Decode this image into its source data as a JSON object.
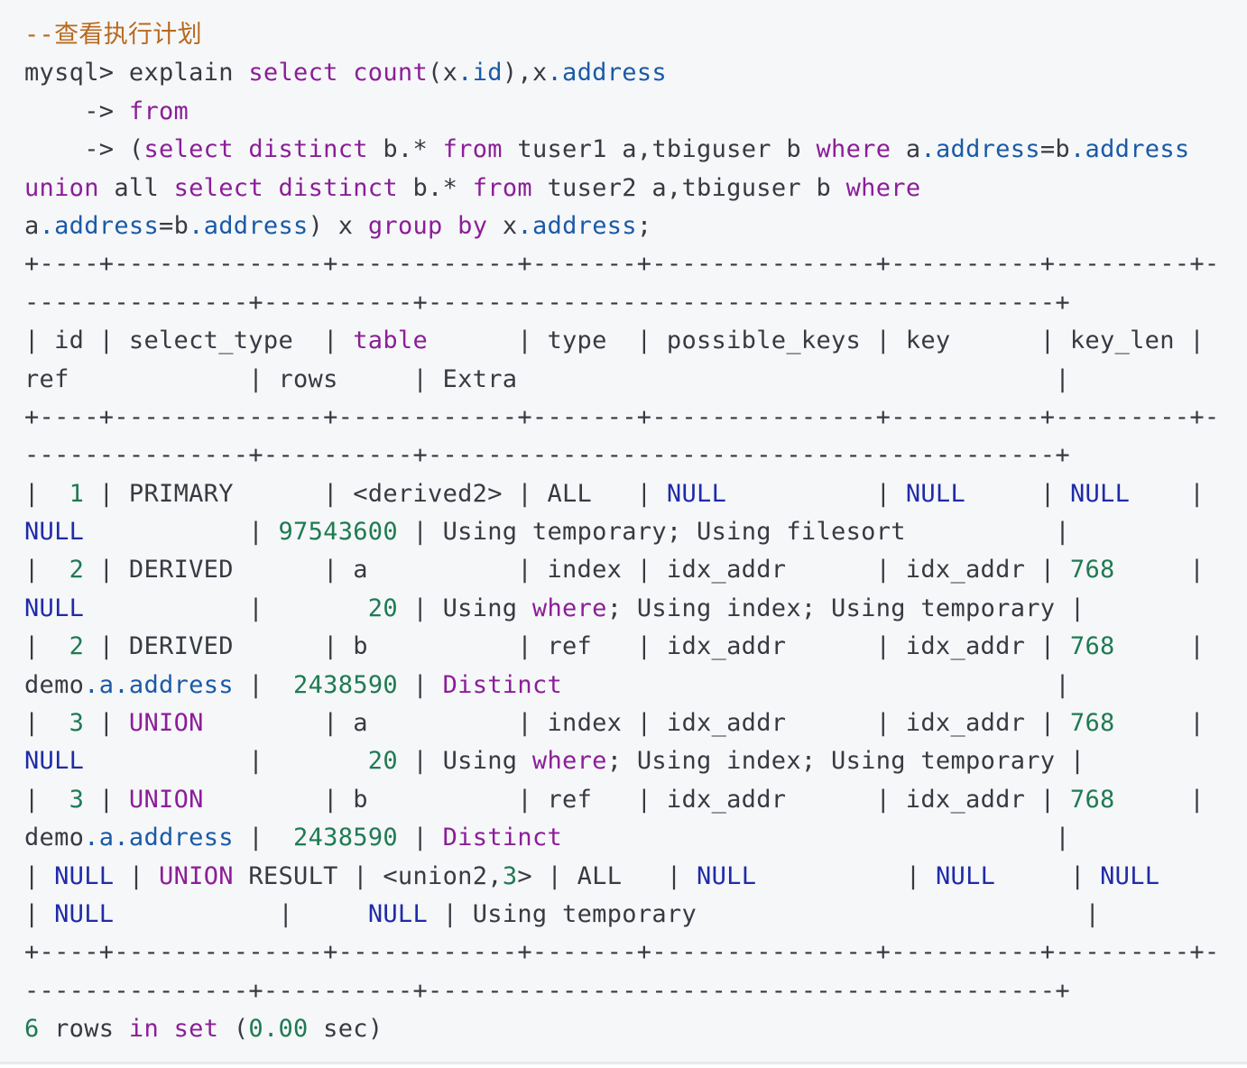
{
  "code": {
    "lines": [
      [
        {
          "t": "--查看执行计划",
          "c": "comment"
        }
      ],
      [
        {
          "t": "mysql> explain "
        },
        {
          "t": "select",
          "c": "kw"
        },
        {
          "t": " "
        },
        {
          "t": "count",
          "c": "kw"
        },
        {
          "t": "(x"
        },
        {
          "t": ".id",
          "c": "prop"
        },
        {
          "t": "),x"
        },
        {
          "t": ".address",
          "c": "prop"
        }
      ],
      [
        {
          "t": "    -> "
        },
        {
          "t": "from",
          "c": "kw"
        }
      ],
      [
        {
          "t": "    -> ("
        },
        {
          "t": "select",
          "c": "kw"
        },
        {
          "t": " "
        },
        {
          "t": "distinct",
          "c": "kw"
        },
        {
          "t": " b.* "
        },
        {
          "t": "from",
          "c": "kw"
        },
        {
          "t": " tuser1 a,tbiguser b "
        },
        {
          "t": "where",
          "c": "kw"
        },
        {
          "t": " a"
        },
        {
          "t": ".address",
          "c": "prop"
        },
        {
          "t": "=b"
        },
        {
          "t": ".address",
          "c": "prop"
        }
      ],
      [
        {
          "t": "union",
          "c": "kw"
        },
        {
          "t": " all "
        },
        {
          "t": "select",
          "c": "kw"
        },
        {
          "t": " "
        },
        {
          "t": "distinct",
          "c": "kw"
        },
        {
          "t": " b.* "
        },
        {
          "t": "from",
          "c": "kw"
        },
        {
          "t": " tuser2 a,tbiguser b "
        },
        {
          "t": "where",
          "c": "kw"
        }
      ],
      [
        {
          "t": "a"
        },
        {
          "t": ".address",
          "c": "prop"
        },
        {
          "t": "=b"
        },
        {
          "t": ".address",
          "c": "prop"
        },
        {
          "t": ") x "
        },
        {
          "t": "group",
          "c": "kw"
        },
        {
          "t": " "
        },
        {
          "t": "by",
          "c": "kw"
        },
        {
          "t": " x"
        },
        {
          "t": ".address",
          "c": "prop"
        },
        {
          "t": ";"
        }
      ],
      [
        {
          "t": "+----+--------------+------------+-------+---------------+----------+---------+-"
        }
      ],
      [
        {
          "t": "---------------+----------+------------------------------------------+"
        }
      ],
      [
        {
          "t": "| id | select_type  | "
        },
        {
          "t": "table",
          "c": "kw"
        },
        {
          "t": "      | type  | possible_keys | key      | key_len |"
        }
      ],
      [
        {
          "t": "ref            | rows     | Extra                                    |"
        }
      ],
      [
        {
          "t": "+----+--------------+------------+-------+---------------+----------+---------+-"
        }
      ],
      [
        {
          "t": "---------------+----------+------------------------------------------+"
        }
      ],
      [
        {
          "t": "|  "
        },
        {
          "t": "1",
          "c": "num"
        },
        {
          "t": " | PRIMARY      | <derived2> | ALL   | "
        },
        {
          "t": "NULL",
          "c": "null"
        },
        {
          "t": "          | "
        },
        {
          "t": "NULL",
          "c": "null"
        },
        {
          "t": "     | "
        },
        {
          "t": "NULL",
          "c": "null"
        },
        {
          "t": "    |"
        }
      ],
      [
        {
          "t": "NULL",
          "c": "null"
        },
        {
          "t": "           | "
        },
        {
          "t": "97543600",
          "c": "num"
        },
        {
          "t": " | Using temporary; Using filesort          |"
        }
      ],
      [
        {
          "t": "|  "
        },
        {
          "t": "2",
          "c": "num"
        },
        {
          "t": " | DERIVED      | a          | index | idx_addr      | idx_addr | "
        },
        {
          "t": "768",
          "c": "num"
        },
        {
          "t": "     |"
        }
      ],
      [
        {
          "t": "NULL",
          "c": "null"
        },
        {
          "t": "           |       "
        },
        {
          "t": "20",
          "c": "num"
        },
        {
          "t": " | Using "
        },
        {
          "t": "where",
          "c": "kw"
        },
        {
          "t": "; Using index; Using temporary |"
        }
      ],
      [
        {
          "t": "|  "
        },
        {
          "t": "2",
          "c": "num"
        },
        {
          "t": " | DERIVED      | b          | ref   | idx_addr      | idx_addr | "
        },
        {
          "t": "768",
          "c": "num"
        },
        {
          "t": "     |"
        }
      ],
      [
        {
          "t": "demo"
        },
        {
          "t": ".a",
          "c": "prop"
        },
        {
          "t": ".address",
          "c": "prop"
        },
        {
          "t": " |  "
        },
        {
          "t": "2438590",
          "c": "num"
        },
        {
          "t": " | "
        },
        {
          "t": "Distinct",
          "c": "kw"
        },
        {
          "t": "                                 |"
        }
      ],
      [
        {
          "t": "|  "
        },
        {
          "t": "3",
          "c": "num"
        },
        {
          "t": " | "
        },
        {
          "t": "UNION",
          "c": "kw"
        },
        {
          "t": "        | a          | index | idx_addr      | idx_addr | "
        },
        {
          "t": "768",
          "c": "num"
        },
        {
          "t": "     |"
        }
      ],
      [
        {
          "t": "NULL",
          "c": "null"
        },
        {
          "t": "           |       "
        },
        {
          "t": "20",
          "c": "num"
        },
        {
          "t": " | Using "
        },
        {
          "t": "where",
          "c": "kw"
        },
        {
          "t": "; Using index; Using temporary |"
        }
      ],
      [
        {
          "t": "|  "
        },
        {
          "t": "3",
          "c": "num"
        },
        {
          "t": " | "
        },
        {
          "t": "UNION",
          "c": "kw"
        },
        {
          "t": "        | b          | ref   | idx_addr      | idx_addr | "
        },
        {
          "t": "768",
          "c": "num"
        },
        {
          "t": "     |"
        }
      ],
      [
        {
          "t": "demo"
        },
        {
          "t": ".a",
          "c": "prop"
        },
        {
          "t": ".address",
          "c": "prop"
        },
        {
          "t": " |  "
        },
        {
          "t": "2438590",
          "c": "num"
        },
        {
          "t": " | "
        },
        {
          "t": "Distinct",
          "c": "kw"
        },
        {
          "t": "                                 |"
        }
      ],
      [
        {
          "t": "| "
        },
        {
          "t": "NULL",
          "c": "null"
        },
        {
          "t": " | "
        },
        {
          "t": "UNION",
          "c": "kw"
        },
        {
          "t": " RESULT | <union2,"
        },
        {
          "t": "3",
          "c": "num"
        },
        {
          "t": "> | ALL   | "
        },
        {
          "t": "NULL",
          "c": "null"
        },
        {
          "t": "          | "
        },
        {
          "t": "NULL",
          "c": "null"
        },
        {
          "t": "     | "
        },
        {
          "t": "NULL",
          "c": "null"
        }
      ],
      [
        {
          "t": "| "
        },
        {
          "t": "NULL",
          "c": "null"
        },
        {
          "t": "           |     "
        },
        {
          "t": "NULL",
          "c": "null"
        },
        {
          "t": " | Using temporary                          |"
        }
      ],
      [
        {
          "t": "+----+--------------+------------+-------+---------------+----------+---------+-"
        }
      ],
      [
        {
          "t": "---------------+----------+------------------------------------------+"
        }
      ],
      [
        {
          "t": "6",
          "c": "num"
        },
        {
          "t": " rows "
        },
        {
          "t": "in",
          "c": "kw"
        },
        {
          "t": " "
        },
        {
          "t": "set",
          "c": "kw"
        },
        {
          "t": " ("
        },
        {
          "t": "0.00",
          "c": "num"
        },
        {
          "t": " sec)"
        }
      ]
    ]
  },
  "colors": {
    "background": "#f6f7f9",
    "comment": "#b86a1e",
    "keyword": "#8b1e98",
    "property": "#1a5aa6",
    "number": "#1f7a52",
    "null": "#1f2ba8",
    "plain": "#383a42"
  }
}
